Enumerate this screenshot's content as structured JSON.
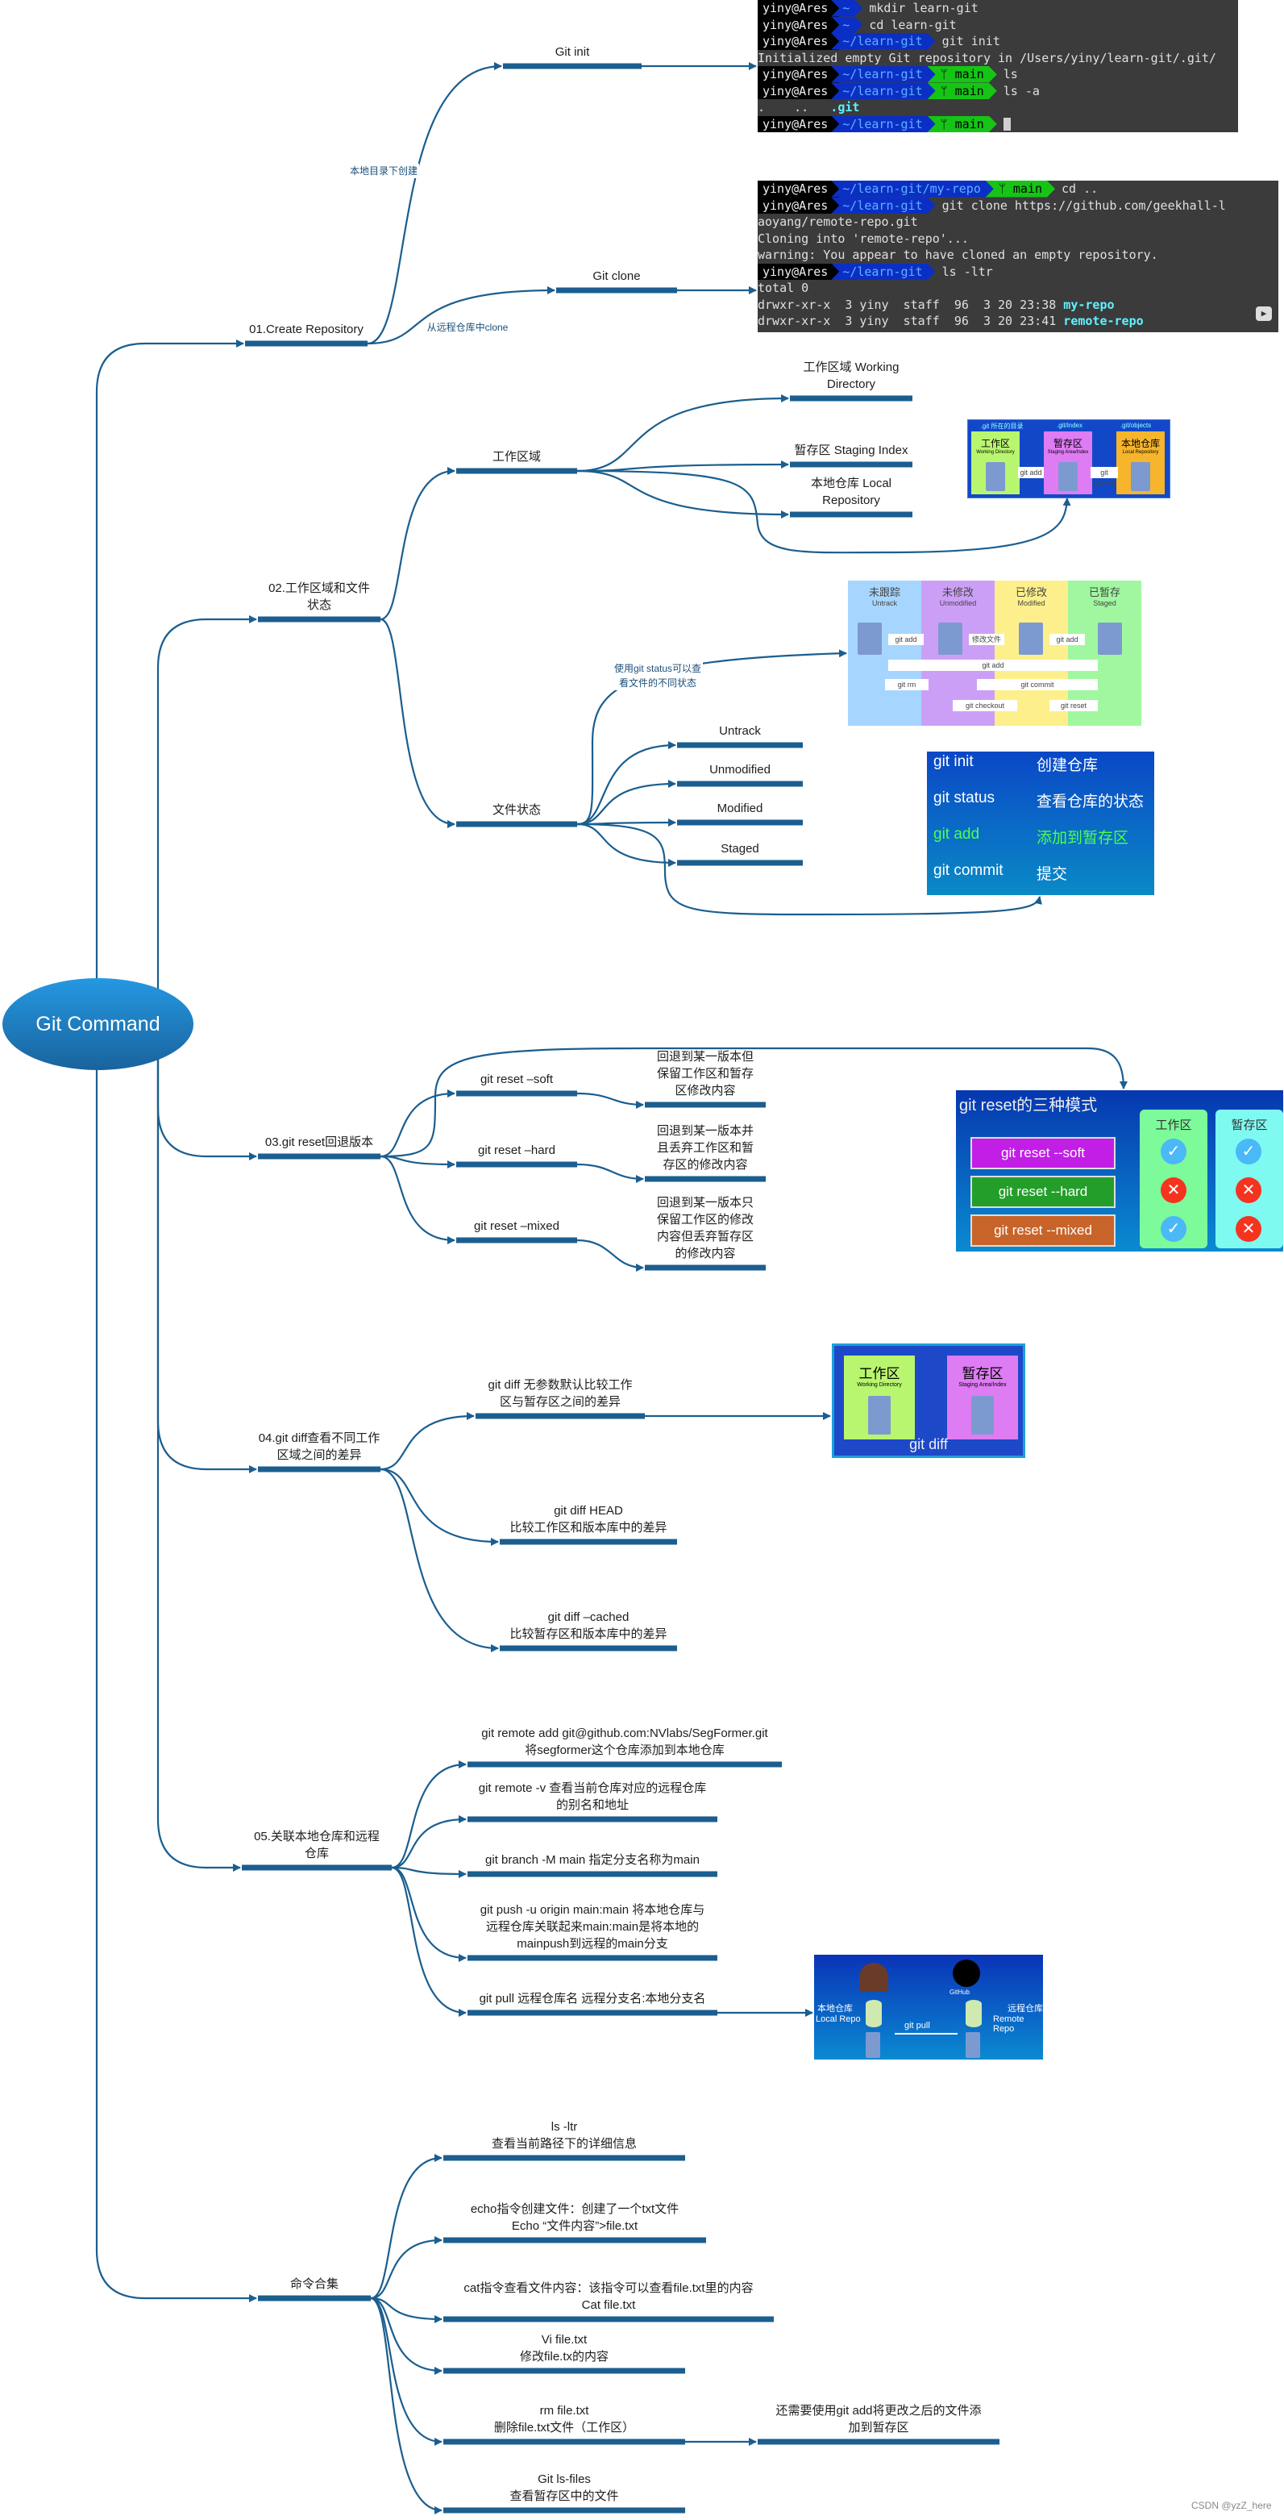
{
  "root": {
    "label": "Git Command"
  },
  "branches": [
    {
      "label": "01.Create Repository",
      "children": [
        {
          "label": "Git init",
          "edge": "本地目录下创建"
        },
        {
          "label": "Git clone",
          "edge": "从远程仓库中clone"
        }
      ]
    },
    {
      "label": "02.工作区域和文件\n状态",
      "children": [
        {
          "label": "工作区域",
          "children": [
            {
              "label": "工作区域 Working\nDirectory"
            },
            {
              "label": "暂存区 Staging Index"
            },
            {
              "label": "本地仓库 Local\nRepository"
            }
          ]
        },
        {
          "label": "文件状态",
          "edge": "使用git status可以查\n看文件的不同状态",
          "children": [
            {
              "label": "Untrack"
            },
            {
              "label": "Unmodified"
            },
            {
              "label": "Modified"
            },
            {
              "label": "Staged"
            }
          ]
        }
      ]
    },
    {
      "label": "03.git reset回退版本",
      "children": [
        {
          "label": "git reset –soft",
          "desc": "回退到某一版本但\n保留工作区和暂存\n区修改内容"
        },
        {
          "label": "git reset –hard",
          "desc": "回退到某一版本并\n且丢弃工作区和暂\n存区的修改内容"
        },
        {
          "label": "git reset –mixed",
          "desc": "回退到某一版本只\n保留工作区的修改\n内容但丢弃暂存区\n的修改内容"
        }
      ]
    },
    {
      "label": "04.git diff查看不同工作\n区域之间的差异",
      "children": [
        {
          "label": "git diff 无参数默认比较工作\n区与暂存区之间的差异"
        },
        {
          "label": "git diff HEAD\n比较工作区和版本库中的差异"
        },
        {
          "label": "git diff –cached\n比较暂存区和版本库中的差异"
        }
      ]
    },
    {
      "label": "05.关联本地仓库和远程\n仓库",
      "children": [
        {
          "label": "git remote add git@github.com:NVlabs/SegFormer.git\n将segformer这个仓库添加到本地仓库"
        },
        {
          "label": "git remote -v 查看当前仓库对应的远程仓库\n的别名和地址"
        },
        {
          "label": "git branch -M main 指定分支名称为main"
        },
        {
          "label": "git push -u origin main:main  将本地仓库与\n远程仓库关联起来main:main是将本地的\nmainpush到远程的main分支"
        },
        {
          "label": "git pull 远程仓库名 远程分支名:本地分支名"
        }
      ]
    },
    {
      "label": "命令合集",
      "children": [
        {
          "label": "ls -ltr\n查看当前路径下的详细信息"
        },
        {
          "label": "echo指令创建文件：创建了一个txt文件\nEcho “文件内容”>file.txt"
        },
        {
          "label": "cat指令查看文件内容：该指令可以查看file.txt里的内容\nCat file.txt"
        },
        {
          "label": "Vi file.txt\n修改file.tx的内容"
        },
        {
          "label": "rm file.txt\n删除file.txt文件（工作区）",
          "next": "还需要使用git add将更改之后的文件添\n加到暂存区"
        },
        {
          "label": "Git ls-files\n查看暂存区中的文件"
        }
      ]
    }
  ],
  "terminal_init": {
    "rows": [
      {
        "user": "yiny@Ares",
        "dir": "~",
        "cmd": "mkdir learn-git"
      },
      {
        "user": "yiny@Ares",
        "dir": "~",
        "cmd": "cd learn-git"
      },
      {
        "user": "yiny@Ares",
        "dir": "~/learn-git",
        "cmd": "git init"
      },
      {
        "text": "Initialized empty Git repository in /Users/yiny/learn-git/.git/"
      },
      {
        "user": "yiny@Ares",
        "dir": "~/learn-git",
        "branch": "main",
        "cmd": "ls"
      },
      {
        "user": "yiny@Ares",
        "dir": "~/learn-git",
        "branch": "main",
        "cmd": "ls -a"
      },
      {
        "text": ".    ..   ",
        "highlight": ".git"
      },
      {
        "user": "yiny@Ares",
        "dir": "~/learn-git",
        "branch": "main",
        "cursor": true
      }
    ]
  },
  "terminal_clone": {
    "rows": [
      {
        "user": "yiny@Ares",
        "dir": "~/learn-git/my-repo",
        "branch": "main",
        "cmd": "cd .."
      },
      {
        "user": "yiny@Ares",
        "dir": "~/learn-git",
        "cmd": "git clone https://github.com/geekhall-l"
      },
      {
        "text": "aoyang/remote-repo.git"
      },
      {
        "text": "Cloning into 'remote-repo'..."
      },
      {
        "text": "warning: You appear to have cloned an empty repository."
      },
      {
        "user": "yiny@Ares",
        "dir": "~/learn-git",
        "cmd": "ls -ltr"
      },
      {
        "text": "total 0"
      },
      {
        "text": "drwxr-xr-x  3 yiny  staff  96  3 20 23:38 ",
        "highlight": "my-repo"
      },
      {
        "text": "drwxr-xr-x  3 yiny  staff  96  3 20 23:41 ",
        "highlight": "remote-repo"
      }
    ]
  },
  "images": {
    "git_dirs": {
      "headers": [
        ".git 所在的目录",
        ".git/index",
        ".git/objects"
      ],
      "boxes": [
        {
          "title": "工作区",
          "sub": "Working Directory",
          "color": "#b9f66f"
        },
        {
          "title": "暂存区",
          "sub": "Staging Area/Index",
          "color": "#de7cf4"
        },
        {
          "title": "本地仓库",
          "sub": "Local Repository",
          "color": "#f6b52c"
        }
      ],
      "arrows": [
        "git add",
        "git commit"
      ]
    },
    "file_states": {
      "columns": [
        {
          "title": "未跟踪",
          "sub": "Untrack",
          "color": "#a6d6ff"
        },
        {
          "title": "未修改",
          "sub": "Unmodified",
          "color": "#cc9ff7"
        },
        {
          "title": "已修改",
          "sub": "Modified",
          "color": "#fdf08c"
        },
        {
          "title": "已暂存",
          "sub": "Staged",
          "color": "#a0f7a0"
        }
      ],
      "arrows": {
        "add1": "git add",
        "modify": "修改文件",
        "add2": "git add",
        "add_all": "git add",
        "rm": "git rm",
        "commit": "git commit",
        "checkout": "git checkout",
        "reset": "git reset"
      }
    },
    "commands": {
      "rows": [
        {
          "cmd": "git init",
          "desc": "创建仓库"
        },
        {
          "cmd": "git status",
          "desc": "查看仓库的状态"
        },
        {
          "cmd": "git add",
          "desc": "添加到暂存区",
          "color": "#4dff4d"
        },
        {
          "cmd": "git commit",
          "desc": "提交"
        }
      ]
    },
    "reset_modes": {
      "title": "git reset的三种模式",
      "columns": [
        "工作区",
        "暂存区"
      ],
      "modes": [
        {
          "label": "git reset --soft",
          "color": "#c21ee6",
          "work": "check",
          "stage": "check"
        },
        {
          "label": "git reset --hard",
          "color": "#239e2a",
          "work": "cross",
          "stage": "cross"
        },
        {
          "label": "git reset --mixed",
          "color": "#c8642a",
          "work": "check",
          "stage": "cross"
        }
      ]
    },
    "git_diff": {
      "boxes": [
        {
          "title": "工作区",
          "sub": "Working Directory",
          "color": "#b9f66f"
        },
        {
          "title": "暂存区",
          "sub": "Staging Area/Index",
          "color": "#de7cf4"
        }
      ],
      "label": "git diff"
    },
    "git_pull": {
      "local": {
        "title": "本地仓库",
        "sub": "Local Repo"
      },
      "remote": {
        "title": "远程仓库",
        "sub": "Remote Repo"
      },
      "arrow": "git pull",
      "github": "GitHub"
    }
  },
  "colors": {
    "line": "#1b5e8f",
    "root_top": "#2598e2",
    "root_bottom": "#19639d"
  },
  "watermark": "CSDN @yzZ_here"
}
